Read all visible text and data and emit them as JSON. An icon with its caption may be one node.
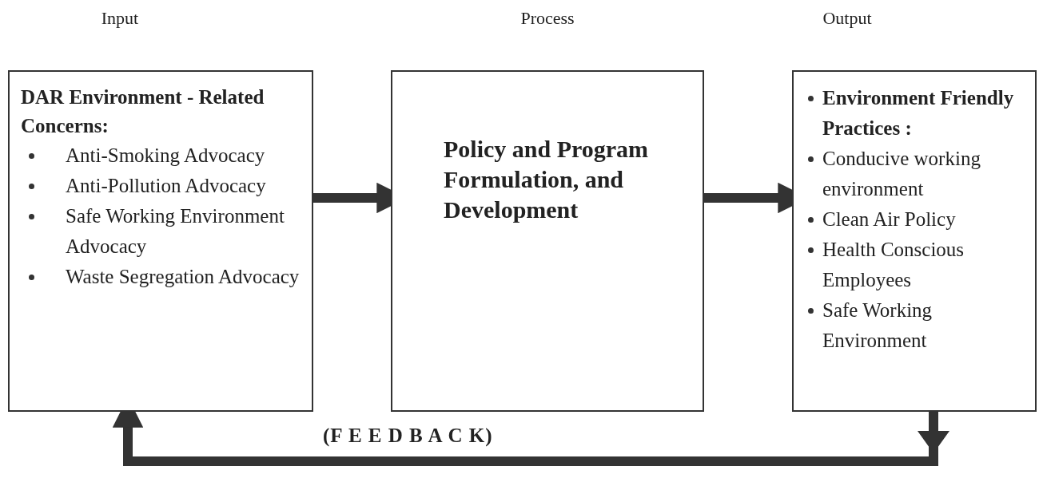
{
  "diagram": {
    "nodes": [
      {
        "text": [
          "Input",
          "DAR Environment - Related Concerns:",
          "Anti-Smoking Advocacy",
          "Anti-Pollution Advocacy",
          "Safe Working Environment Advocacy",
          "Waste Segregation Advocacy"
        ]
      },
      {
        "text": [
          "Process",
          "Policy and Program Formulation, and Development"
        ]
      },
      {
        "text": [
          "Output",
          "Environment Friendly Practices :",
          "Conducive working environment",
          "Clean Air Policy",
          "Health Conscious Employees",
          "Safe Working Environment"
        ]
      }
    ],
    "edges": [
      {
        "from": 0,
        "to": 1,
        "arrow": "to"
      },
      {
        "from": 1,
        "to": 2,
        "arrow": "to"
      },
      {
        "from": 2,
        "to": 0,
        "arrow": "to",
        "label": "(F E E D B A C K)"
      }
    ]
  }
}
